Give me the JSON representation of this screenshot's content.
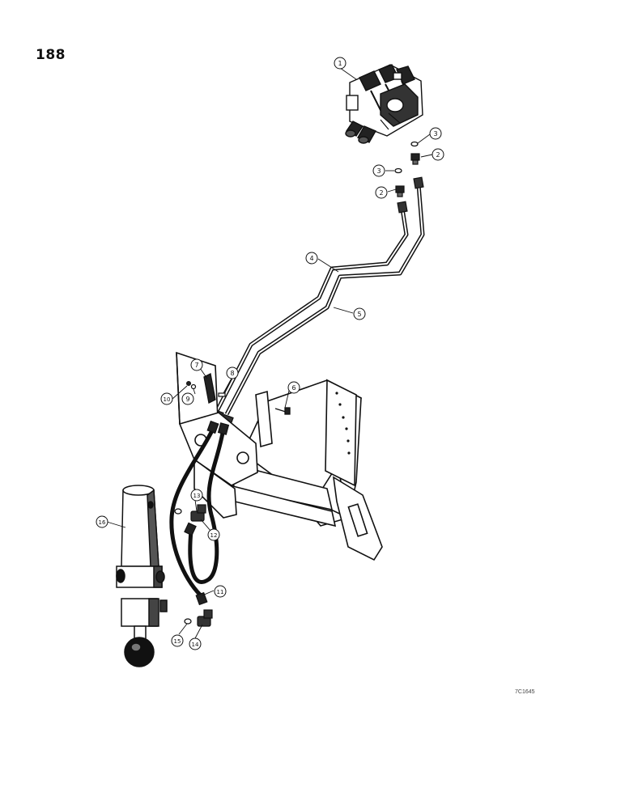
{
  "page_number": "188",
  "drawing_code": "7C1645",
  "callouts": [
    {
      "id": "c1",
      "label": "1"
    },
    {
      "id": "c2a",
      "label": "2"
    },
    {
      "id": "c2b",
      "label": "2"
    },
    {
      "id": "c3a",
      "label": "3"
    },
    {
      "id": "c3b",
      "label": "3"
    },
    {
      "id": "c4",
      "label": "4"
    },
    {
      "id": "c5",
      "label": "5"
    },
    {
      "id": "c6",
      "label": "6"
    },
    {
      "id": "c7",
      "label": "7"
    },
    {
      "id": "c8",
      "label": "8"
    },
    {
      "id": "c9",
      "label": "9"
    },
    {
      "id": "c10",
      "label": "10"
    },
    {
      "id": "c11",
      "label": "11"
    },
    {
      "id": "c12",
      "label": "12"
    },
    {
      "id": "c13",
      "label": "13"
    },
    {
      "id": "c14",
      "label": "14"
    },
    {
      "id": "c15",
      "label": "15"
    },
    {
      "id": "c16",
      "label": "16"
    }
  ]
}
